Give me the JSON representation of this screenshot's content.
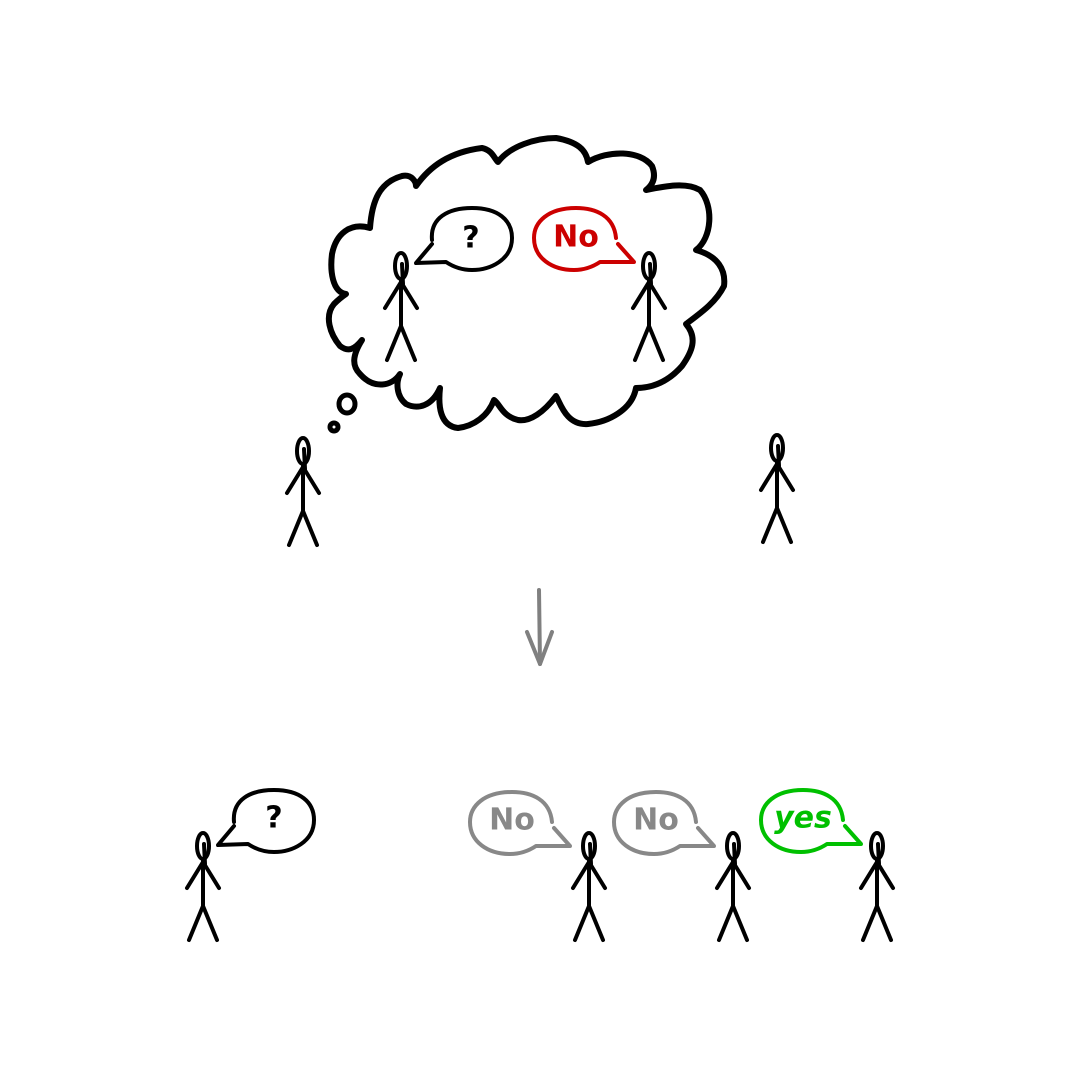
{
  "colors": {
    "ink": "#000000",
    "refusal": "#cc0000",
    "past_refusal": "#888888",
    "acceptance": "#00c000",
    "arrow": "#808080",
    "background": "#ffffff"
  },
  "thought": {
    "question_text": "?",
    "answer_text": "No"
  },
  "scene_bottom": {
    "question_text": "?",
    "replies": [
      "No",
      "No",
      "yes"
    ]
  },
  "icons": {
    "figure": "stick-figure-icon",
    "thought_cloud": "thought-cloud-icon",
    "speech_bubble": "speech-bubble-icon",
    "arrow": "down-arrow-icon"
  }
}
